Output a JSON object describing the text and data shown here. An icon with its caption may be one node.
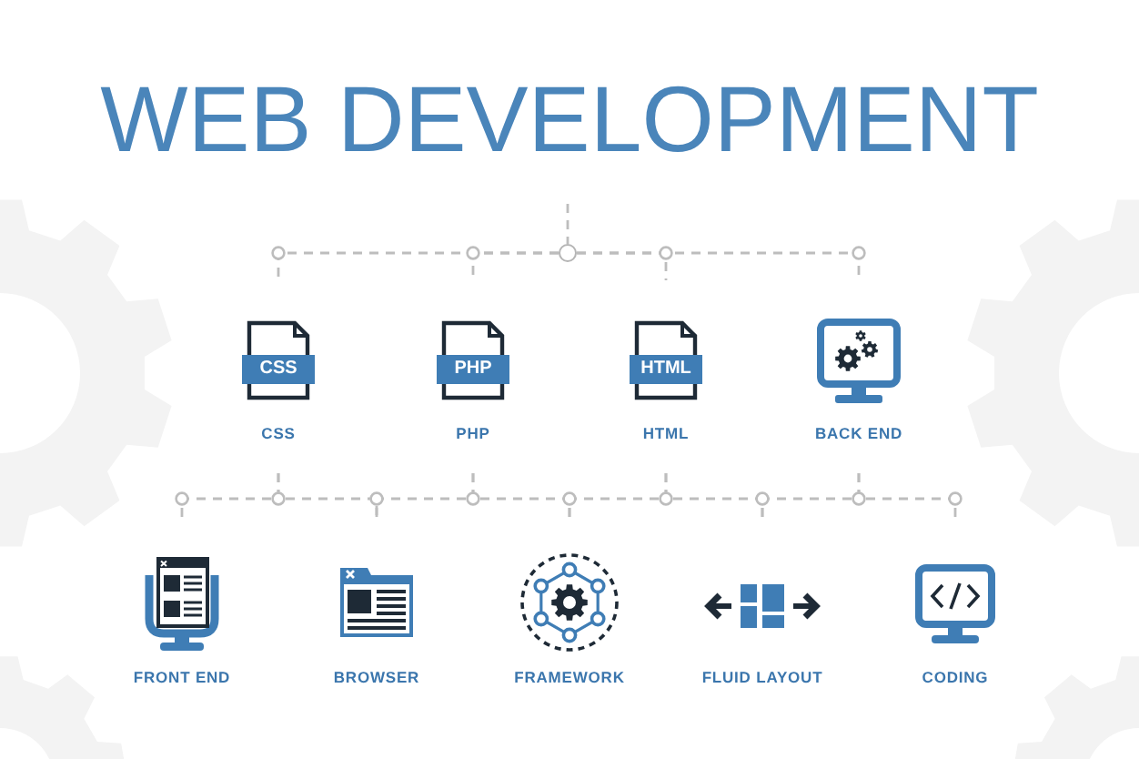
{
  "diagram": {
    "title": "WEB DEVELOPMENT",
    "nodes": [
      {
        "text": [],
        "shape": "circle"
      },
      {
        "text": [
          "CSS",
          "CSS"
        ]
      },
      {
        "text": [
          "PHP",
          "PHP"
        ]
      },
      {
        "text": [
          "HTML",
          "HTML"
        ]
      },
      {
        "text": [
          "BACK END"
        ]
      },
      {
        "text": [
          "FRONT END"
        ]
      },
      {
        "text": [
          "BROWSER"
        ]
      },
      {
        "text": [
          "FRAMEWORK"
        ]
      },
      {
        "text": [
          "FLUID LAYOUT"
        ]
      },
      {
        "text": [
          "CODING"
        ]
      }
    ],
    "edges": [
      {
        "from": null,
        "to": 0,
        "arrow": "none",
        "style": "dashed"
      },
      {
        "from": 0,
        "to": 1,
        "arrow": "none",
        "style": "dashed"
      },
      {
        "from": 0,
        "to": 2,
        "arrow": "none",
        "style": "dashed"
      },
      {
        "from": 0,
        "to": 3,
        "arrow": "none",
        "style": "dashed"
      },
      {
        "from": 0,
        "to": 4,
        "arrow": "none",
        "style": "dashed"
      },
      {
        "from": 1,
        "to": 5,
        "arrow": "none",
        "style": "dashed"
      },
      {
        "from": 1,
        "to": 6,
        "arrow": "none",
        "style": "dashed"
      },
      {
        "from": 2,
        "to": 6,
        "arrow": "none",
        "style": "dashed"
      },
      {
        "from": 2,
        "to": 7,
        "arrow": "none",
        "style": "dashed"
      },
      {
        "from": 3,
        "to": 7,
        "arrow": "none",
        "style": "dashed"
      },
      {
        "from": 3,
        "to": 8,
        "arrow": "none",
        "style": "dashed"
      },
      {
        "from": 4,
        "to": 8,
        "arrow": "none",
        "style": "dashed"
      },
      {
        "from": 4,
        "to": 9,
        "arrow": "none",
        "style": "dashed"
      }
    ]
  }
}
